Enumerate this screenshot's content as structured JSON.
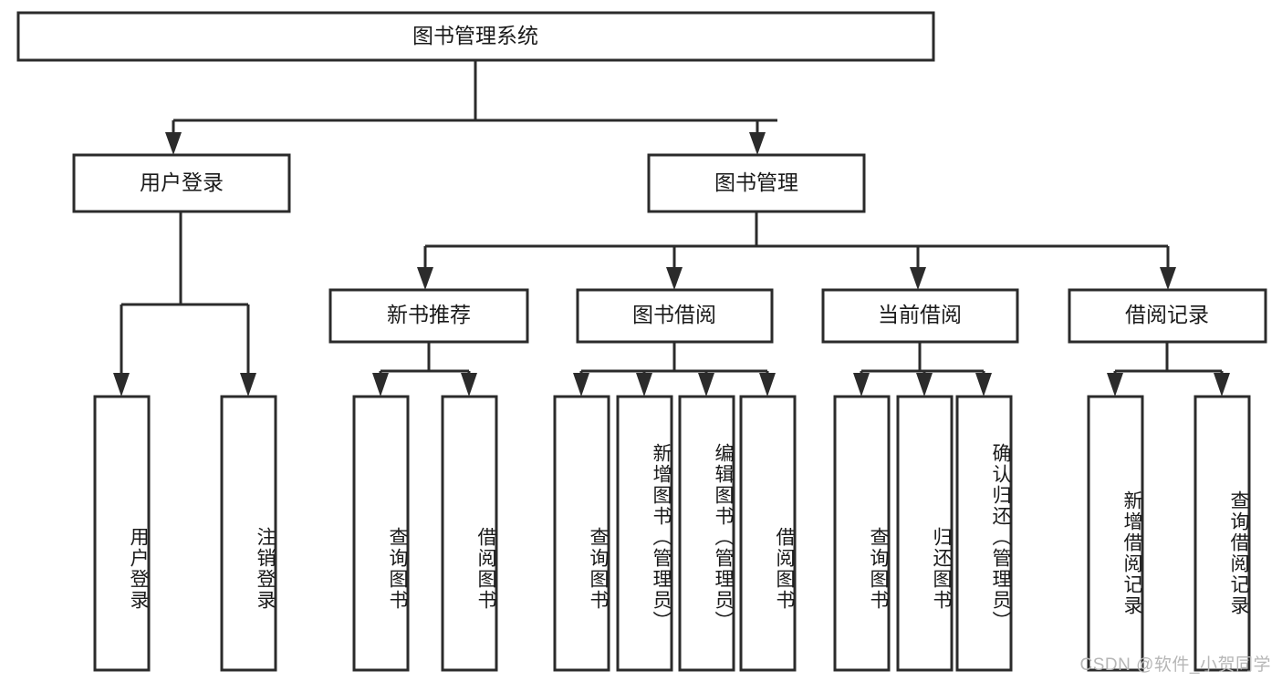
{
  "diagram": {
    "title": "图书管理系统",
    "type": "tree",
    "levels": [
      {
        "level": 1,
        "nodes": [
          {
            "id": "root",
            "label": "图书管理系统"
          }
        ]
      },
      {
        "level": 2,
        "nodes": [
          {
            "id": "login",
            "label": "用户登录",
            "parent": "root"
          },
          {
            "id": "bookmgmt",
            "label": "图书管理",
            "parent": "root"
          }
        ]
      },
      {
        "level": 3,
        "nodes": [
          {
            "id": "newbook",
            "label": "新书推荐",
            "parent": "bookmgmt"
          },
          {
            "id": "borrow",
            "label": "图书借阅",
            "parent": "bookmgmt"
          },
          {
            "id": "current",
            "label": "当前借阅",
            "parent": "bookmgmt"
          },
          {
            "id": "record",
            "label": "借阅记录",
            "parent": "bookmgmt"
          }
        ]
      },
      {
        "level": 4,
        "nodes": [
          {
            "id": "leaf1",
            "label": "用户登录",
            "parent": "login"
          },
          {
            "id": "leaf2",
            "label": "注销登录",
            "parent": "login"
          },
          {
            "id": "leaf3",
            "label": "查询图书",
            "parent": "newbook"
          },
          {
            "id": "leaf4",
            "label": "借阅图书",
            "parent": "newbook"
          },
          {
            "id": "leaf5",
            "label": "查询图书",
            "parent": "borrow"
          },
          {
            "id": "leaf6",
            "label": "新增图书（管理员）",
            "parent": "borrow"
          },
          {
            "id": "leaf7",
            "label": "编辑图书（管理员）",
            "parent": "borrow"
          },
          {
            "id": "leaf8",
            "label": "借阅图书",
            "parent": "borrow"
          },
          {
            "id": "leaf9",
            "label": "查询图书",
            "parent": "current"
          },
          {
            "id": "leaf10",
            "label": "归还图书",
            "parent": "current"
          },
          {
            "id": "leaf11",
            "label": "确认归还（管理员）",
            "parent": "current"
          },
          {
            "id": "leaf12",
            "label": "新增借阅记录",
            "parent": "record"
          },
          {
            "id": "leaf13",
            "label": "查询借阅记录",
            "parent": "record"
          }
        ]
      }
    ],
    "colors": {
      "stroke": "#2b2b2b",
      "fill": "#ffffff",
      "text": "#1a1a1a",
      "watermark": "#b6b6b6",
      "background": "#ffffff"
    }
  },
  "watermark": {
    "text": "CSDN @软件_小贺同学"
  }
}
